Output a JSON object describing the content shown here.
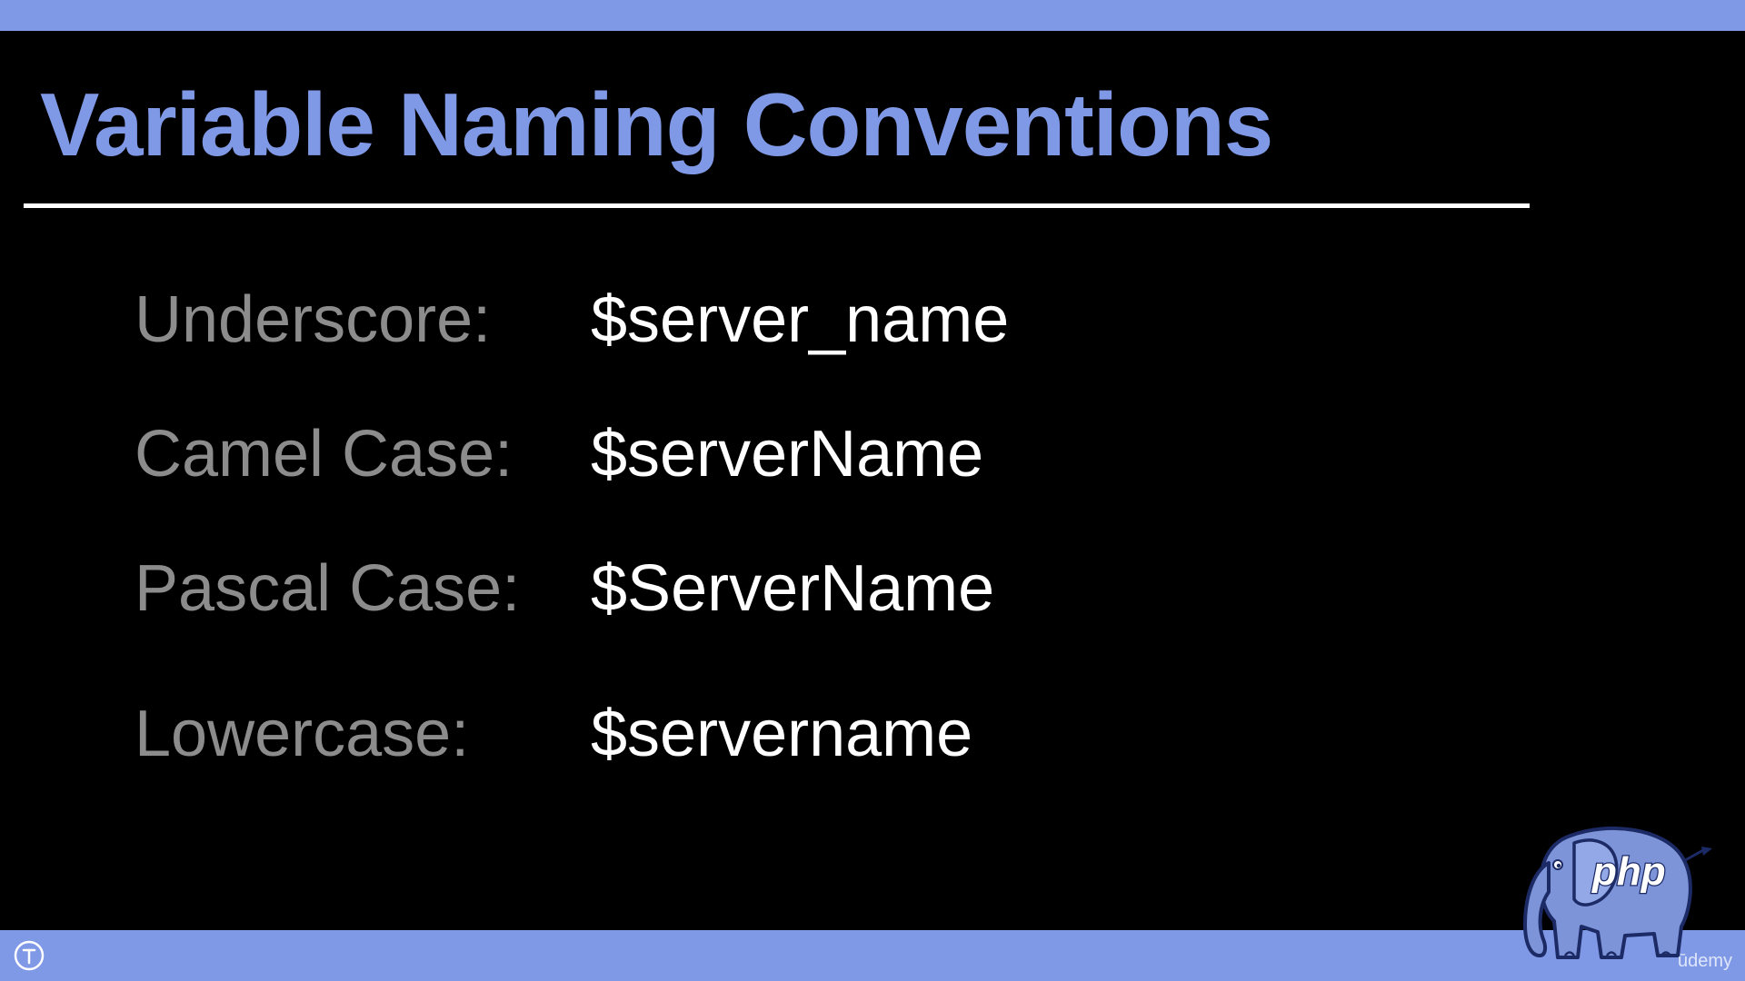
{
  "slide": {
    "title": "Variable Naming Conventions",
    "rows": [
      {
        "label": "Underscore:",
        "example": "$server_name"
      },
      {
        "label": "Camel Case:",
        "example": "$serverName"
      },
      {
        "label": "Pascal Case:",
        "example": "$ServerName"
      },
      {
        "label": "Lowercase:",
        "example": "$servername"
      }
    ]
  },
  "logo": {
    "text": "php",
    "icon": "php-elephant-icon"
  },
  "branding": {
    "text": "ūdemy"
  },
  "controls": {
    "corner_icon": "transcript-toggle-icon"
  },
  "colors": {
    "accent": "#8099e6",
    "background": "#000000",
    "label": "#8c8c8c",
    "example": "#ffffff"
  }
}
